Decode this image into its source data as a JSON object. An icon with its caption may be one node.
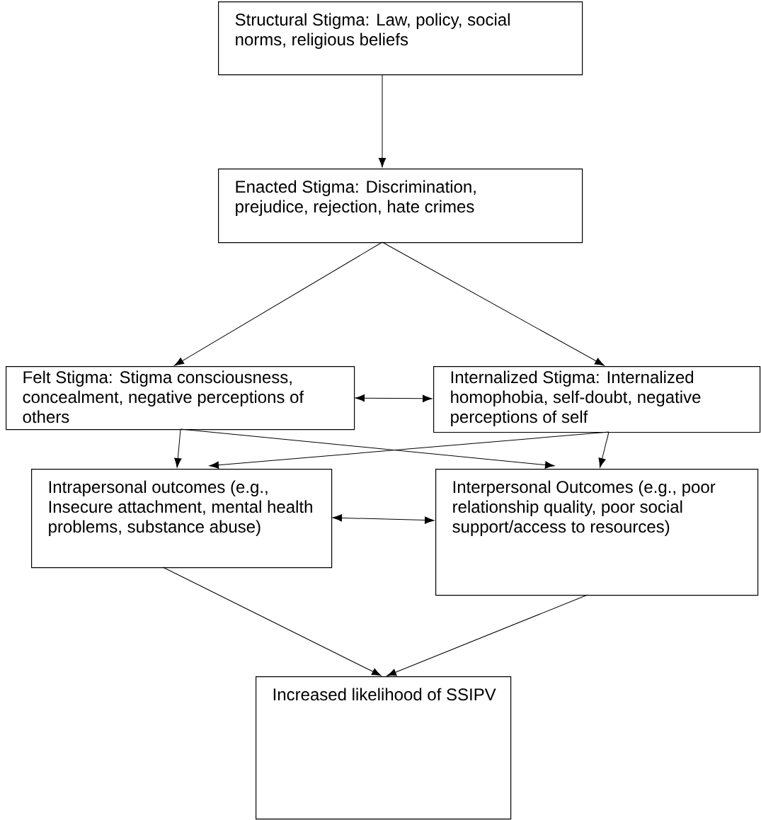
{
  "diagram": {
    "nodes": [
      {
        "text": [
          "Structural Stigma: Law, policy, social norms, religious beliefs"
        ]
      },
      {
        "text": [
          "Enacted Stigma: Discrimination, prejudice, rejection, hate crimes"
        ]
      },
      {
        "text": [
          "Felt Stigma: Stigma consciousness, concealment, negative perceptions of others"
        ]
      },
      {
        "text": [
          "Internalized Stigma: Internalized homophobia, self-doubt, negative perceptions of self"
        ]
      },
      {
        "text": [
          "Intrapersonal outcomes (e.g., Insecure attachment, mental health problems, substance abuse)"
        ]
      },
      {
        "text": [
          "Interpersonal Outcomes (e.g., poor relationship quality, poor social support/access to resources)"
        ]
      },
      {
        "text": [
          "Increased likelihood of SSIPV"
        ]
      }
    ],
    "edges": [
      {
        "from": 0,
        "to": 1,
        "arrow": "to"
      },
      {
        "from": 1,
        "to": 2,
        "arrow": "to"
      },
      {
        "from": 1,
        "to": 3,
        "arrow": "to"
      },
      {
        "from": 2,
        "to": 3,
        "arrow": "both"
      },
      {
        "from": 2,
        "to": 4,
        "arrow": "to"
      },
      {
        "from": 2,
        "to": 5,
        "arrow": "to"
      },
      {
        "from": 3,
        "to": 4,
        "arrow": "to"
      },
      {
        "from": 3,
        "to": 5,
        "arrow": "to"
      },
      {
        "from": 4,
        "to": 5,
        "arrow": "both"
      },
      {
        "from": 4,
        "to": 6,
        "arrow": "to"
      },
      {
        "from": 5,
        "to": 6,
        "arrow": "to"
      }
    ]
  }
}
